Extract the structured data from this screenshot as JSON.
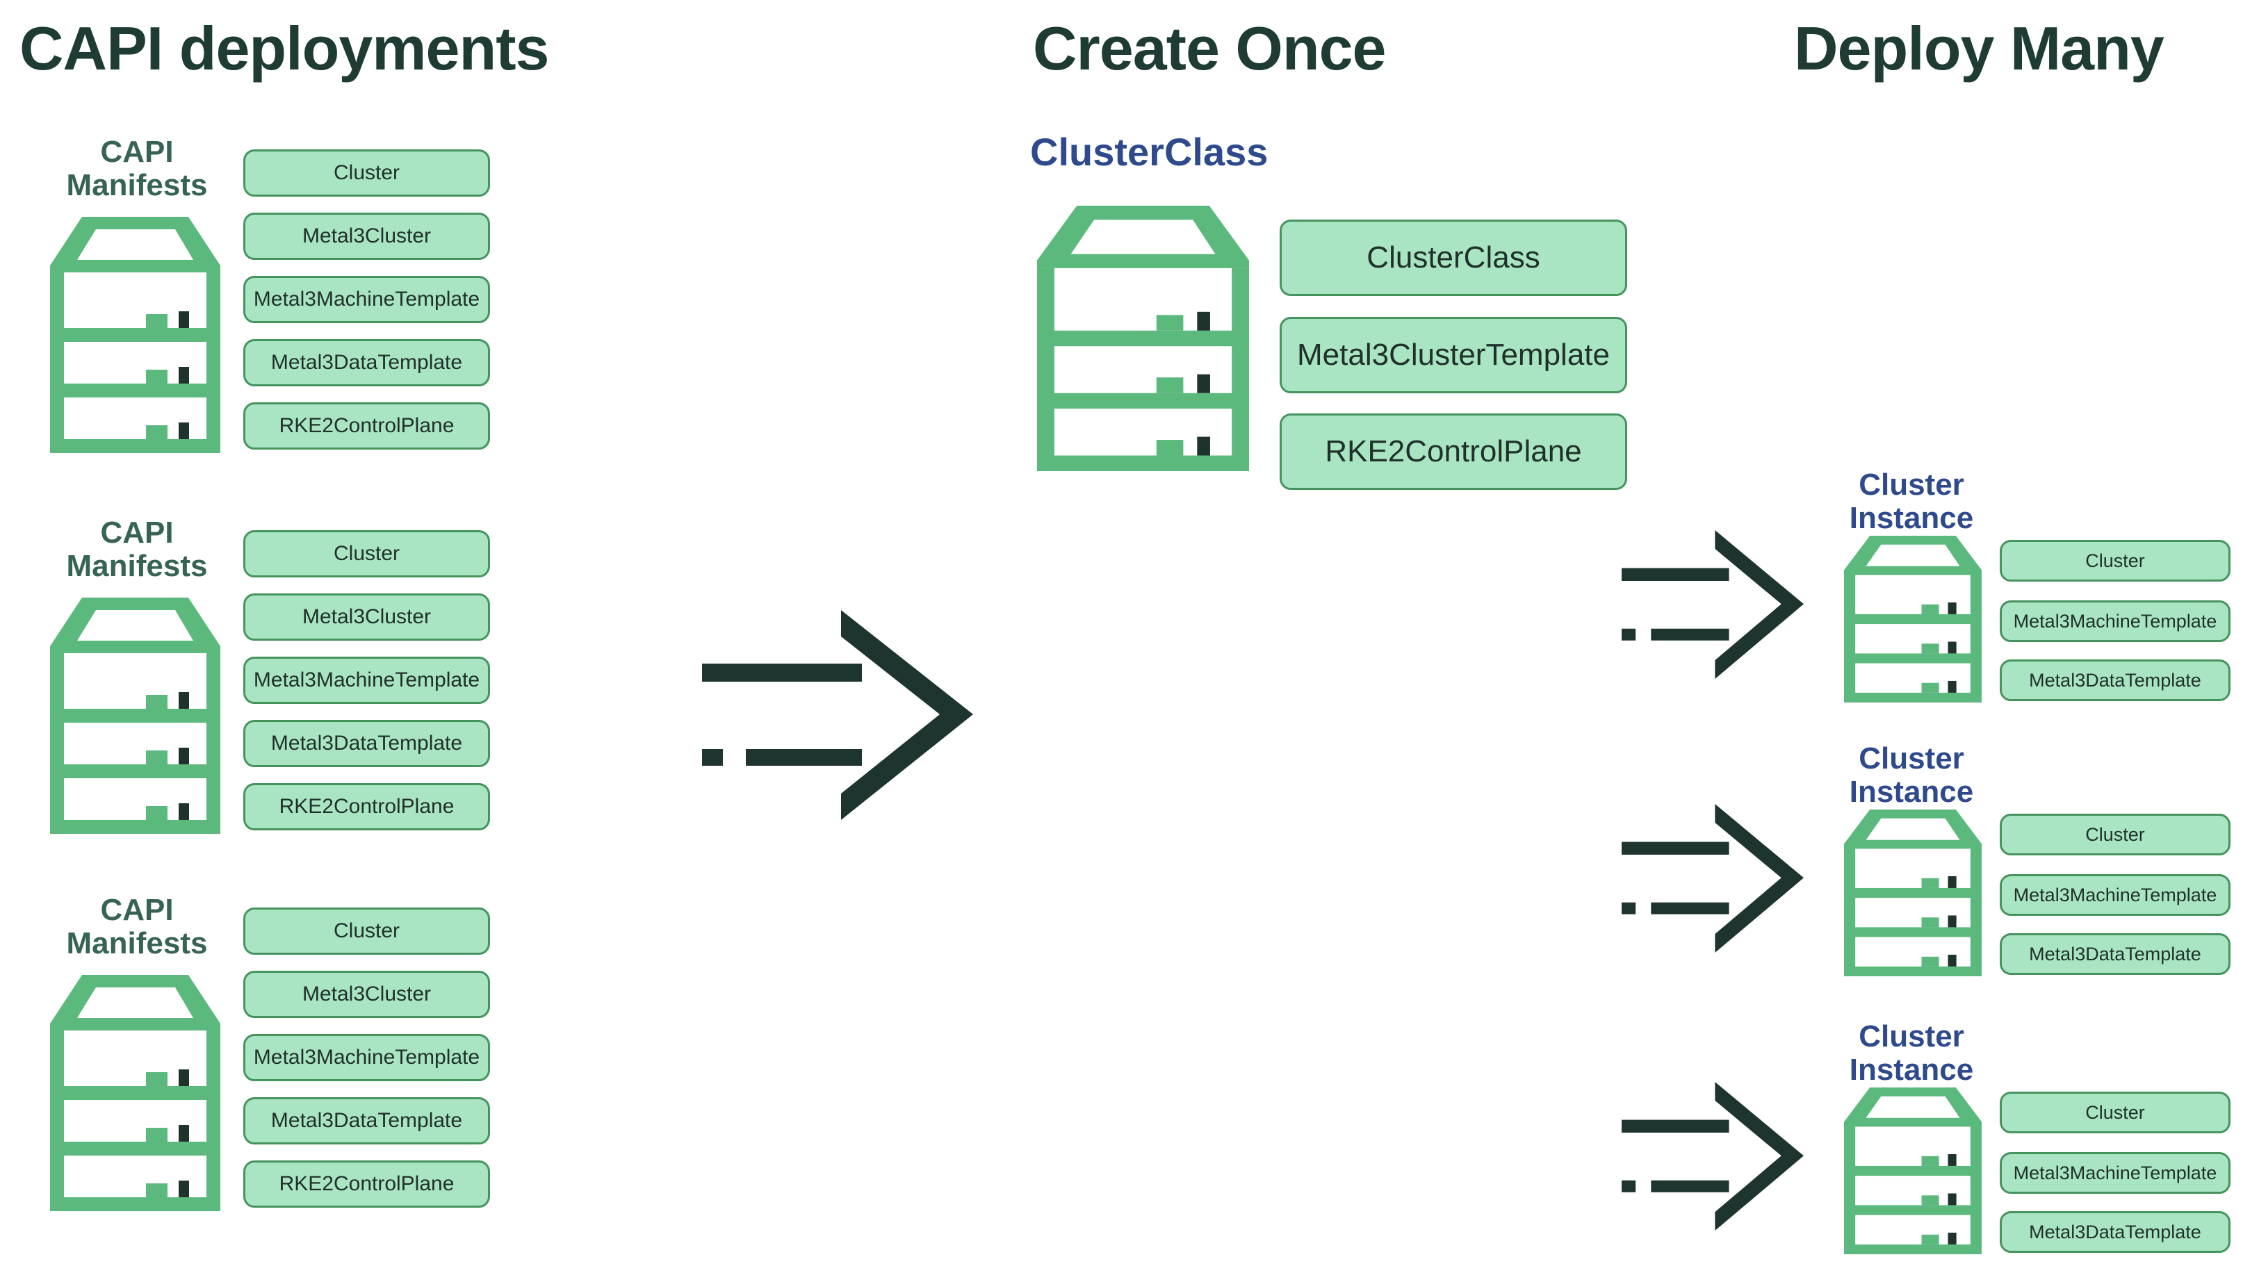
{
  "colors": {
    "background": "#ffffff",
    "title_text": "#1e3c34",
    "manifests_green": "#366355",
    "navy": "#2e4a8c",
    "server_green": "#5cb97d",
    "square_dark": "#1d332c",
    "box_fill": "#a9e5c3",
    "box_border": "#46935e",
    "box_text": "#20312b",
    "arrow_dark": "#1e342e"
  },
  "titles": {
    "left": "CAPI deployments",
    "middle": "Create Once",
    "right": "Deploy Many"
  },
  "icons": {
    "server": "server-rack-icon",
    "arrow": "dashed-arrow-icon"
  },
  "left_groups": [
    {
      "label_line1": "CAPI",
      "label_line2": "Manifests",
      "boxes": [
        "Cluster",
        "Metal3Cluster",
        "Metal3MachineTemplate",
        "Metal3DataTemplate",
        "RKE2ControlPlane"
      ]
    },
    {
      "label_line1": "CAPI",
      "label_line2": "Manifests",
      "boxes": [
        "Cluster",
        "Metal3Cluster",
        "Metal3MachineTemplate",
        "Metal3DataTemplate",
        "RKE2ControlPlane"
      ]
    },
    {
      "label_line1": "CAPI",
      "label_line2": "Manifests",
      "boxes": [
        "Cluster",
        "Metal3Cluster",
        "Metal3MachineTemplate",
        "Metal3DataTemplate",
        "RKE2ControlPlane"
      ]
    }
  ],
  "middle": {
    "heading": "ClusterClass",
    "boxes": [
      "ClusterClass",
      "Metal3ClusterTemplate",
      "RKE2ControlPlane"
    ]
  },
  "right_groups": [
    {
      "label_line1": "Cluster",
      "label_line2": "Instance",
      "boxes": [
        "Cluster",
        "Metal3MachineTemplate",
        "Metal3DataTemplate"
      ]
    },
    {
      "label_line1": "Cluster",
      "label_line2": "Instance",
      "boxes": [
        "Cluster",
        "Metal3MachineTemplate",
        "Metal3DataTemplate"
      ]
    },
    {
      "label_line1": "Cluster",
      "label_line2": "Instance",
      "boxes": [
        "Cluster",
        "Metal3MachineTemplate",
        "Metal3DataTemplate"
      ]
    }
  ]
}
